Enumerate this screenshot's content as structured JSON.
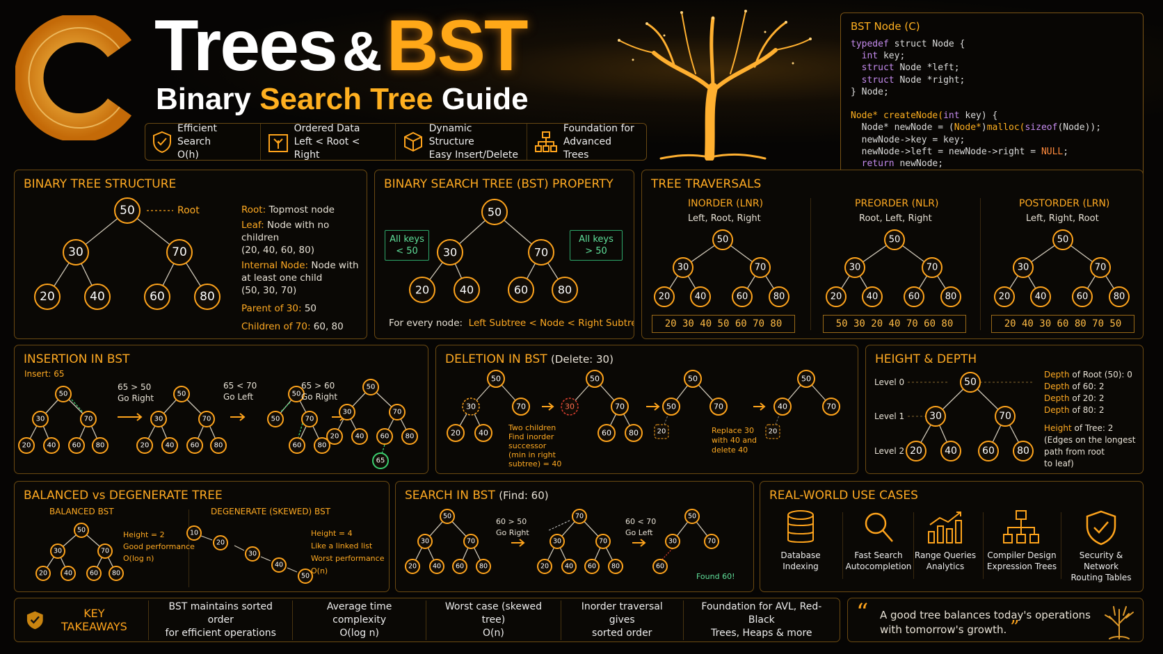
{
  "header": {
    "title_word": "Trees",
    "title_amp": "&",
    "title_bst": "BST",
    "subtitle_a": "Binary",
    "subtitle_b": "Search Tree",
    "subtitle_c": "Guide",
    "features": [
      {
        "l1": "Efficient Search",
        "l2": "O(h)"
      },
      {
        "l1": "Ordered Data",
        "l2": "Left < Root < Right"
      },
      {
        "l1": "Dynamic Structure",
        "l2": "Easy Insert/Delete"
      },
      {
        "l1": "Foundation for",
        "l2": "Advanced Trees"
      }
    ]
  },
  "code": {
    "title": "BST Node (C)"
  },
  "structure": {
    "title": "BINARY TREE STRUCTURE",
    "root_label": "Root",
    "defs": [
      {
        "k": "Root:",
        "v": "Topmost node"
      },
      {
        "k": "Leaf:",
        "v": "Node with no children"
      },
      {
        "k": "",
        "v": "(20, 40, 60, 80)"
      },
      {
        "k": "Internal Node:",
        "v": "Node with"
      },
      {
        "k": "",
        "v": "at least one child"
      },
      {
        "k": "",
        "v": "(50, 30, 70)"
      },
      {
        "k": "Parent of 30:",
        "v": "50"
      },
      {
        "k": "Children of 70:",
        "v": "60, 80"
      }
    ]
  },
  "bstprop": {
    "title": "BINARY SEARCH TREE (BST) PROPERTY",
    "left_box_1": "All keys",
    "left_box_2": "< 50",
    "right_box_1": "All keys",
    "right_box_2": "> 50",
    "rule_a": "For every node:",
    "rule_b": "Left Subtree < Node < Right Subtree"
  },
  "traversals": {
    "title": "TREE TRAVERSALS",
    "items": [
      {
        "name": "INORDER (LNR)",
        "desc": "Left, Root, Right",
        "seq": "20  30  40  50  60  70  80"
      },
      {
        "name": "PREORDER (NLR)",
        "desc": "Root, Left, Right",
        "seq": "50  30  20  40  70  60  80"
      },
      {
        "name": "POSTORDER (LRN)",
        "desc": "Left, Right, Root",
        "seq": "20  40  30  60  80  70  50"
      }
    ]
  },
  "insertion": {
    "title": "INSERTION IN BST",
    "insert": "Insert: 65",
    "steps": [
      {
        "a": "65 > 50",
        "b": "Go Right"
      },
      {
        "a": "65 < 70",
        "b": "Go Left"
      },
      {
        "a": "65 > 60",
        "b": "Go Right"
      }
    ]
  },
  "deletion": {
    "title": "DELETION IN BST",
    "sub": "(Delete: 30)",
    "note1": [
      "Two children",
      "Find inorder",
      "successor",
      "(min in right",
      "subtree) = 40"
    ],
    "note2": [
      "Replace 30",
      "with 40 and",
      "delete 40"
    ]
  },
  "height": {
    "title": "HEIGHT & DEPTH",
    "levels": [
      "Level 0",
      "Level 1",
      "Level 2"
    ],
    "depths": [
      {
        "k": "Depth",
        "v": "of Root (50): 0"
      },
      {
        "k": "Depth",
        "v": "of 60: 2"
      },
      {
        "k": "Depth",
        "v": "of 20: 2"
      },
      {
        "k": "Depth",
        "v": "of 80: 2"
      }
    ],
    "h1": "Height",
    "h2": "of Tree: 2",
    "hn": [
      "(Edges on the longest",
      "path from root",
      "to leaf)"
    ]
  },
  "balanced": {
    "title": "BALANCED vs DEGENERATE TREE",
    "bal_title": "BALANCED BST",
    "deg_title": "DEGENERATE (SKEWED) BST",
    "bal_notes": [
      "Height = 2",
      "Good performance",
      "O(log n)"
    ],
    "deg_notes": [
      "Height = 4",
      "Like a linked list",
      "Worst performance",
      "O(n)"
    ]
  },
  "search": {
    "title": "SEARCH IN BST",
    "sub": "(Find: 60)",
    "s1a": "60 > 50",
    "s1b": "Go Right",
    "s2a": "60 < 70",
    "s2b": "Go Left",
    "found": "Found 60!"
  },
  "usecases": {
    "title": "REAL-WORLD USE CASES",
    "items": [
      {
        "l1": "Database Indexing",
        "l2": ""
      },
      {
        "l1": "Fast Search",
        "l2": "Autocompletion"
      },
      {
        "l1": "Range Queries",
        "l2": "Analytics"
      },
      {
        "l1": "Compiler Design",
        "l2": "Expression Trees"
      },
      {
        "l1": "Security & Network",
        "l2": "Routing Tables"
      }
    ]
  },
  "takeaways": {
    "title": "KEY TAKEAWAYS",
    "items": [
      {
        "l1": "BST maintains sorted order",
        "l2": "for efficient operations"
      },
      {
        "l1": "Average time complexity",
        "l2": "O(log n)"
      },
      {
        "l1": "Worst case (skewed tree)",
        "l2": "O(n)"
      },
      {
        "l1": "Inorder traversal gives",
        "l2": "sorted order"
      },
      {
        "l1": "Foundation for AVL, Red-Black",
        "l2": "Trees, Heaps & more"
      }
    ]
  },
  "quote": {
    "l1": "A good tree balances today's operations",
    "l2": "with tomorrow's growth."
  },
  "colors": {
    "accent": "#ffa41c",
    "panel_border": "#6b4a12",
    "green": "#5fe09a"
  }
}
